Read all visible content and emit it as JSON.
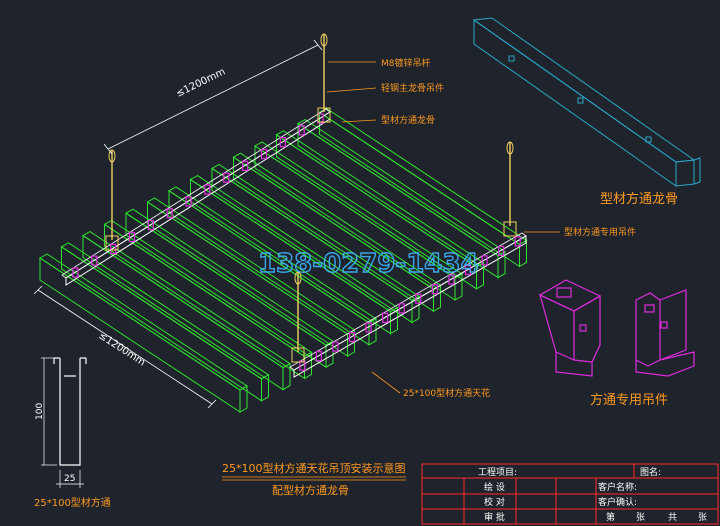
{
  "labels": {
    "hanger_rod": "M8镀锌吊杆",
    "main_keel_hanger": "轻钢主龙骨吊件",
    "profile_keel": "型材方通龙骨",
    "special_hanger_callout": "型材方通专用吊件",
    "ceiling_callout": "25*100型材方通天花",
    "keel_detail_title": "型材方通龙骨",
    "hanger_detail_title": "方通专用吊件",
    "section_caption": "25*100型材方通",
    "dim_top": "≤1200mm",
    "dim_bottom": "≤1200mm",
    "dim_height": "100",
    "dim_width": "25",
    "watermark": "138-0279-1434",
    "drawing_title": "25*100型材方通天花吊顶安装示意图",
    "drawing_subtitle": "配型材方通龙骨"
  },
  "title_block": {
    "project_label": "工程项目:",
    "drawing_name_label": "图名:",
    "draw_label": "绘 设",
    "check_label": "校 对",
    "review_label": "审 批",
    "customer_name_label": "客户名称:",
    "customer_confirm_label": "客户确认:",
    "sheet_prefix": "第",
    "sheet_unit": "张",
    "total_prefix": "共",
    "total_unit": "张"
  },
  "colors": {
    "background": "#1f232b",
    "lines": "#ffffff",
    "profiles": "#2fe32f",
    "hangers": "#e12be1",
    "annotation_text": "#ff9a1f",
    "title_block": "#ff2a2a",
    "watermark": "#3fb4ff",
    "rod": "#f0d060"
  }
}
